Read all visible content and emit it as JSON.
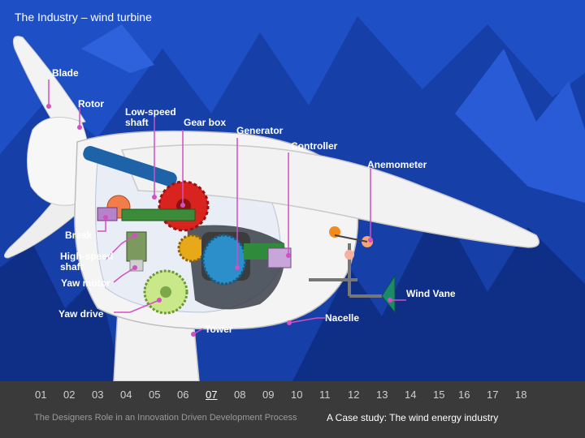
{
  "title": "The Industry – wind turbine",
  "labels": {
    "blade": "Blade",
    "rotor": "Rotor",
    "low_speed_shaft_1": "Low-speed",
    "low_speed_shaft_2": "shaft",
    "gear_box": "Gear box",
    "generator": "Generator",
    "controller": "Controller",
    "anemometer": "Anemometer",
    "break": "Break",
    "high_speed_shaft_1": "High-speed",
    "high_speed_shaft_2": "shaft",
    "yaw_motor": "Yaw motor",
    "yaw_drive": "Yaw drive",
    "wind_vane": "Wind Vane",
    "nacelle": "Nacelle",
    "tower": "Tower"
  },
  "pages": [
    "01",
    "02",
    "03",
    "04",
    "05",
    "06",
    "07",
    "08",
    "09",
    "10",
    "11",
    "12",
    "13",
    "14",
    "15",
    "16",
    "17",
    "18"
  ],
  "current_page": "07",
  "footer": {
    "left": "The Designers Role in an Innovation Driven Development Process",
    "right": "A Case study: The wind energy industry"
  },
  "colors": {
    "sky": "#1e4fc4",
    "mountain": "#14389a",
    "leader": "#d24fc4",
    "footer_bg": "#3a3a3a"
  }
}
